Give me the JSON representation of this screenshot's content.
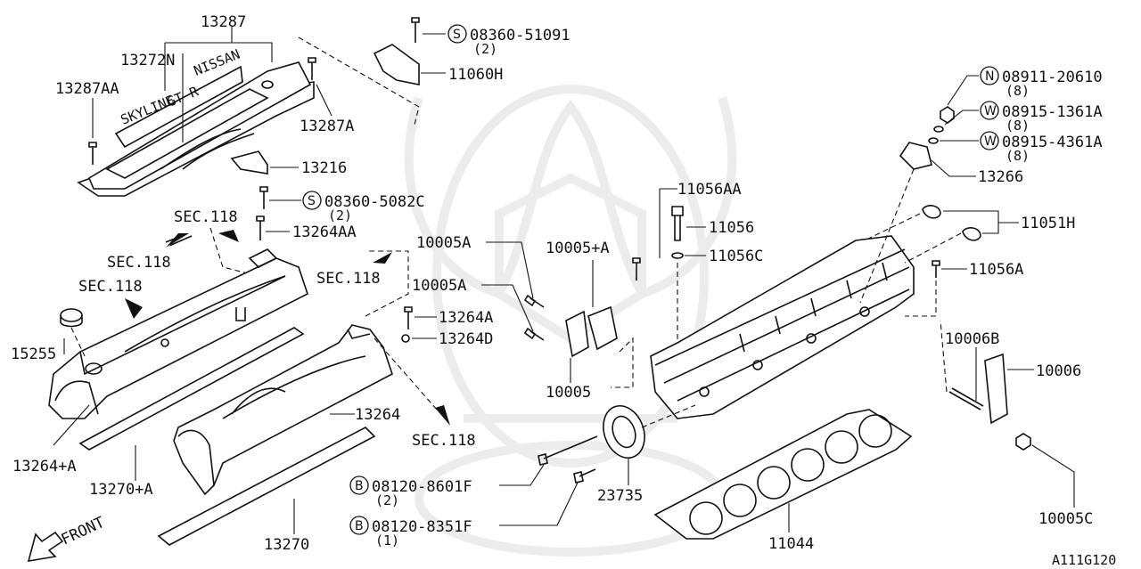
{
  "labels": {
    "p13287": "13287",
    "p13272N": "13272N",
    "p13287AA": "13287AA",
    "p13287A": "13287A",
    "p13216": "13216",
    "p08360_5082C": "08360-5082C",
    "q2a": "(2)",
    "p13264AA": "13264AA",
    "sec118_a": "SEC.118",
    "sec118_b": "SEC.118",
    "sec118_c": "SEC.118",
    "sec118_d": "SEC.118",
    "sec118_e": "SEC.118",
    "p15255": "15255",
    "p13264A_plus": "13264+A",
    "p13270A_plus": "13270+A",
    "p13270": "13270",
    "front": "FRONT",
    "p08360_51091": "08360-51091",
    "q2b": "(2)",
    "p11060H": "11060H",
    "p10005A_1": "10005A",
    "p10005A_2": "10005A",
    "p13264A": "13264A",
    "p13264D": "13264D",
    "p13264": "13264",
    "p10005plusA": "10005+A",
    "p10005": "10005",
    "p11056AA": "11056AA",
    "p11056": "11056",
    "p11056C": "11056C",
    "p08120_8601F": "08120-8601F",
    "q2c": "(2)",
    "p08120_8351F": "08120-8351F",
    "q1": "(1)",
    "p23735": "23735",
    "p11044": "11044",
    "p08911_20610": "08911-20610",
    "q8a": "(8)",
    "p08915_1361A": "08915-1361A",
    "q8b": "(8)",
    "p08915_4361A": "08915-4361A",
    "q8c": "(8)",
    "p13266": "13266",
    "p11051H": "11051H",
    "p11056A": "11056A",
    "p10006B": "10006B",
    "p10006": "10006",
    "p10005C": "10005C",
    "ref": "A111G120"
  },
  "symbols": {
    "S": "S",
    "N": "N",
    "W": "W",
    "B": "B"
  },
  "cover_text": {
    "brand": "NISSAN",
    "model": "SKYLINE",
    "gtr": "GT R"
  }
}
